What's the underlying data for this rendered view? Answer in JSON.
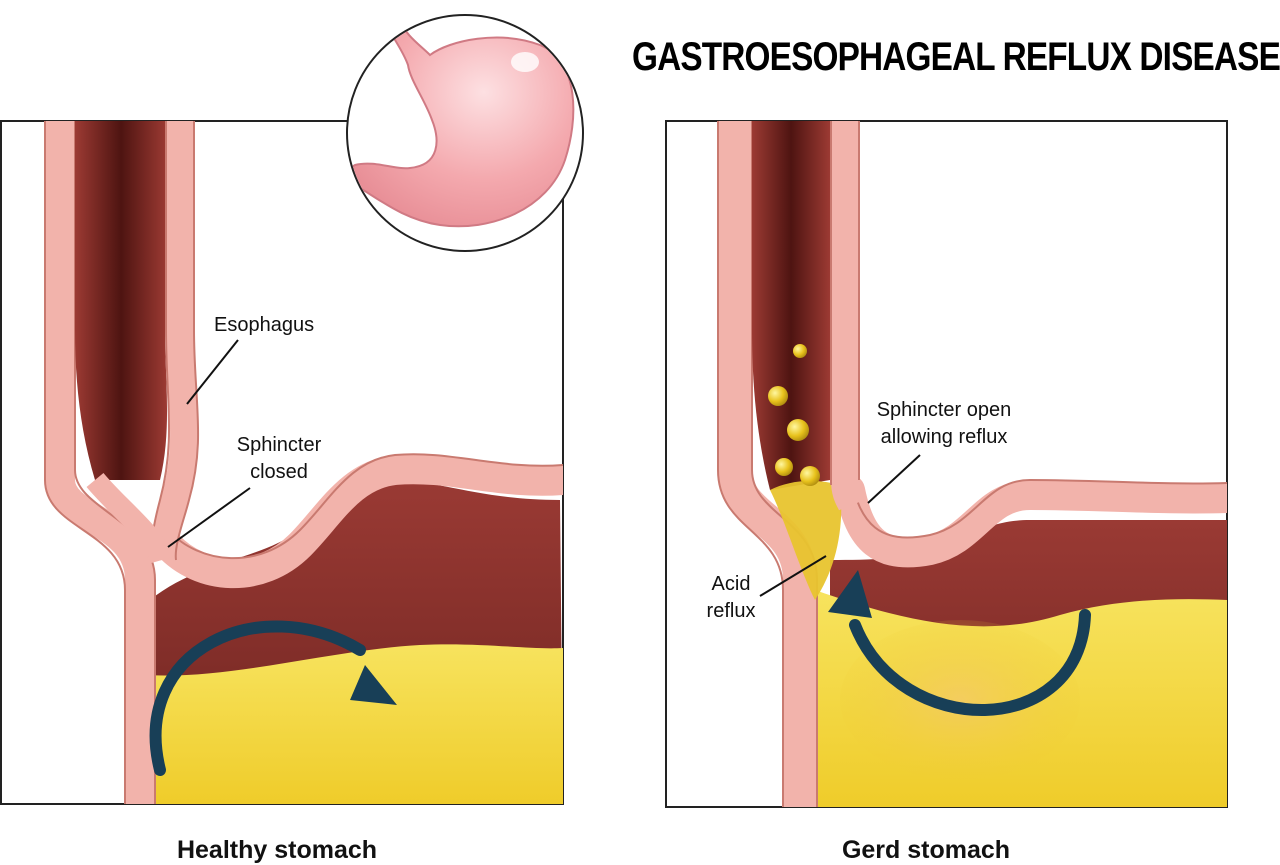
{
  "title": "GASTROESOPHAGEAL REFLUX DISEASE",
  "panels": {
    "healthy": {
      "caption": "Healthy stomach",
      "labels": {
        "esophagus": "Esophagus",
        "sphincter_line1": "Sphincter",
        "sphincter_line2": "closed"
      }
    },
    "gerd": {
      "caption": "Gerd stomach",
      "labels": {
        "sphincter_line1": "Sphincter open",
        "sphincter_line2": "allowing reflux",
        "acid_line1": "Acid",
        "acid_line2": "reflux"
      }
    }
  },
  "colors": {
    "tissue": "#f2b3ab",
    "tissue_edge": "#c97a70",
    "lumen": "#8a2f2a",
    "lumen_dark": "#4e1411",
    "acid": "#f2d43a",
    "acid_light": "#f7e46a",
    "arrow": "#183f57",
    "stomach_icon": "#f3a9ad",
    "frame": "#222222"
  },
  "icons": {
    "stomach": "stomach-icon",
    "flow_arrow": "curved-arrow-icon"
  }
}
